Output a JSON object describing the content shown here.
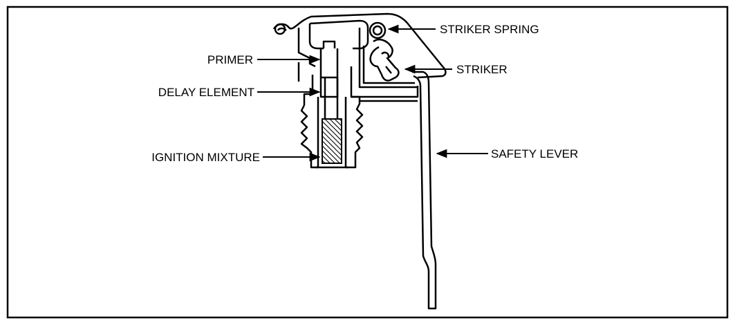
{
  "labels": {
    "primer": "PRIMER",
    "delay_element": "DELAY ELEMENT",
    "ignition_mixture": "IGNITION MIXTURE",
    "striker_spring": "STRIKER SPRING",
    "striker": "STRIKER",
    "safety_lever": "SAFETY LEVER"
  },
  "colors": {
    "line": "#000000",
    "background": "#ffffff"
  }
}
